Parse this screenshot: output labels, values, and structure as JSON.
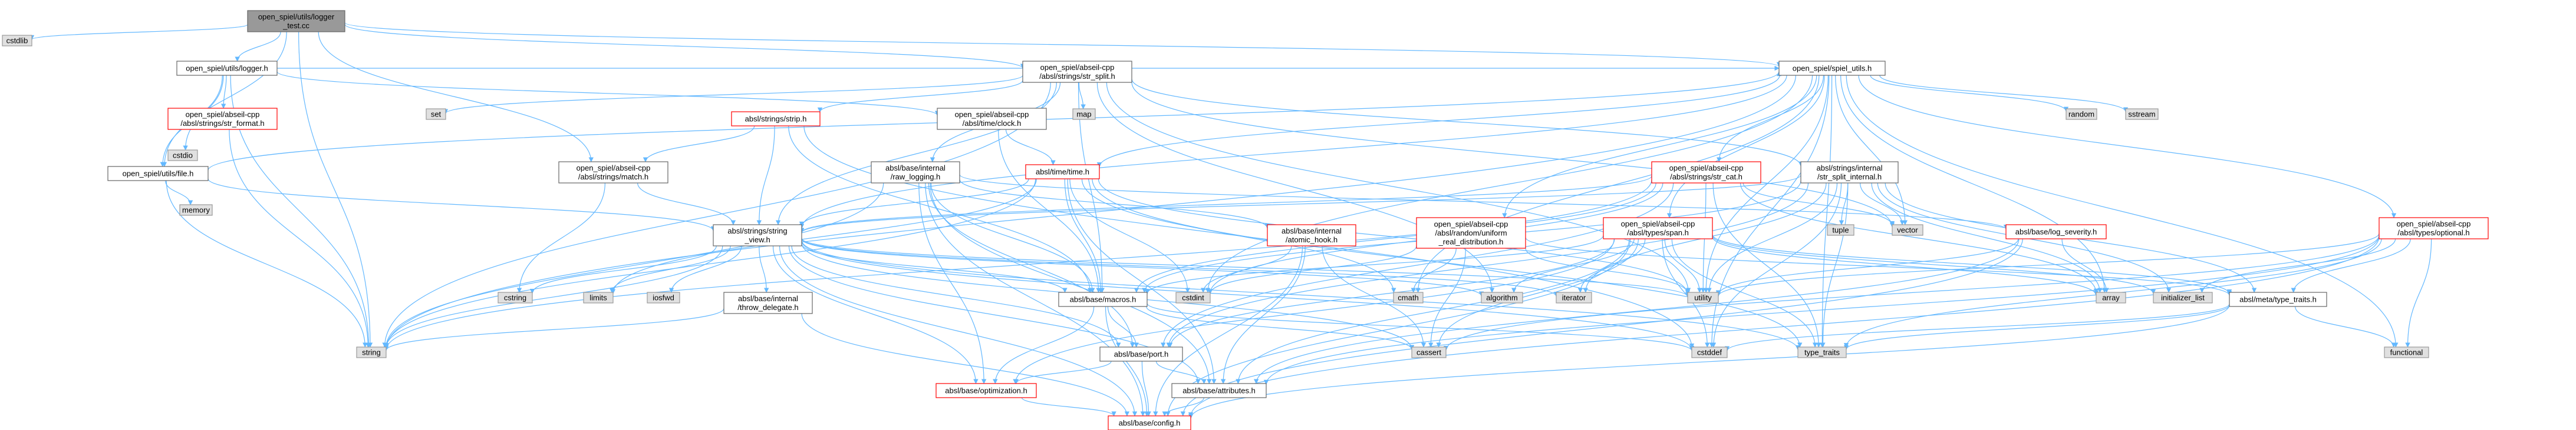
{
  "colors": {
    "edge": "#63b8ff",
    "root_fill": "#999999",
    "normal_fill": "#ffffff",
    "normal_stroke": "#666666",
    "external_fill": "#e0e0e0",
    "external_stroke": "#999999",
    "highlight_stroke": "#ff0000"
  },
  "nodes": [
    {
      "id": "root",
      "lines": [
        "open_spiel/utils/logger",
        "_test.cc"
      ],
      "kind": "root"
    },
    {
      "id": "cstdlib",
      "lines": [
        "cstdlib"
      ],
      "kind": "external"
    },
    {
      "id": "logger_h",
      "lines": [
        "open_spiel/utils/logger.h"
      ],
      "kind": "normal"
    },
    {
      "id": "str_format",
      "lines": [
        "open_spiel/abseil-cpp",
        "/absl/strings/str_format.h"
      ],
      "kind": "red"
    },
    {
      "id": "cstdio",
      "lines": [
        "cstdio"
      ],
      "kind": "external"
    },
    {
      "id": "file_h",
      "lines": [
        "open_spiel/utils/file.h"
      ],
      "kind": "normal"
    },
    {
      "id": "memory",
      "lines": [
        "memory"
      ],
      "kind": "external"
    },
    {
      "id": "str_split",
      "lines": [
        "open_spiel/abseil-cpp",
        "/absl/strings/str_split.h"
      ],
      "kind": "normal"
    },
    {
      "id": "spiel_utils",
      "lines": [
        "open_spiel/spiel_utils.h"
      ],
      "kind": "normal"
    },
    {
      "id": "set",
      "lines": [
        "set"
      ],
      "kind": "external"
    },
    {
      "id": "strip",
      "lines": [
        "absl/strings/strip.h"
      ],
      "kind": "red"
    },
    {
      "id": "clock",
      "lines": [
        "open_spiel/abseil-cpp",
        "/absl/time/clock.h"
      ],
      "kind": "normal"
    },
    {
      "id": "map",
      "lines": [
        "map"
      ],
      "kind": "external"
    },
    {
      "id": "random",
      "lines": [
        "random"
      ],
      "kind": "external"
    },
    {
      "id": "sstream",
      "lines": [
        "sstream"
      ],
      "kind": "external"
    },
    {
      "id": "match",
      "lines": [
        "open_spiel/abseil-cpp",
        "/absl/strings/match.h"
      ],
      "kind": "normal"
    },
    {
      "id": "raw_logging",
      "lines": [
        "absl/base/internal",
        "/raw_logging.h"
      ],
      "kind": "normal"
    },
    {
      "id": "time_h",
      "lines": [
        "absl/time/time.h"
      ],
      "kind": "red"
    },
    {
      "id": "str_cat",
      "lines": [
        "open_spiel/abseil-cpp",
        "/absl/strings/str_cat.h"
      ],
      "kind": "red"
    },
    {
      "id": "str_split_internal",
      "lines": [
        "absl/strings/internal",
        "/str_split_internal.h"
      ],
      "kind": "normal"
    },
    {
      "id": "optional",
      "lines": [
        "open_spiel/abseil-cpp",
        "/absl/types/optional.h"
      ],
      "kind": "red"
    },
    {
      "id": "string_view",
      "lines": [
        "absl/strings/string",
        "_view.h"
      ],
      "kind": "normal"
    },
    {
      "id": "atomic_hook",
      "lines": [
        "absl/base/internal",
        "/atomic_hook.h"
      ],
      "kind": "red"
    },
    {
      "id": "uniform_real",
      "lines": [
        "open_spiel/abseil-cpp",
        "/absl/random/uniform",
        "_real_distribution.h"
      ],
      "kind": "red"
    },
    {
      "id": "span",
      "lines": [
        "open_spiel/abseil-cpp",
        "/absl/types/span.h"
      ],
      "kind": "red"
    },
    {
      "id": "log_severity",
      "lines": [
        "absl/base/log_severity.h"
      ],
      "kind": "red"
    },
    {
      "id": "tuple",
      "lines": [
        "tuple"
      ],
      "kind": "external"
    },
    {
      "id": "vector",
      "lines": [
        "vector"
      ],
      "kind": "external"
    },
    {
      "id": "array",
      "lines": [
        "array"
      ],
      "kind": "external"
    },
    {
      "id": "initializer_list",
      "lines": [
        "initializer_list"
      ],
      "kind": "external"
    },
    {
      "id": "type_traits_meta",
      "lines": [
        "absl/meta/type_traits.h"
      ],
      "kind": "normal"
    },
    {
      "id": "functional",
      "lines": [
        "functional"
      ],
      "kind": "external"
    },
    {
      "id": "cstring",
      "lines": [
        "cstring"
      ],
      "kind": "external"
    },
    {
      "id": "limits",
      "lines": [
        "limits"
      ],
      "kind": "external"
    },
    {
      "id": "iosfwd",
      "lines": [
        "iosfwd"
      ],
      "kind": "external"
    },
    {
      "id": "throw_delegate",
      "lines": [
        "absl/base/internal",
        "/throw_delegate.h"
      ],
      "kind": "normal"
    },
    {
      "id": "macros",
      "lines": [
        "absl/base/macros.h"
      ],
      "kind": "normal"
    },
    {
      "id": "cstdint",
      "lines": [
        "cstdint"
      ],
      "kind": "external"
    },
    {
      "id": "cmath",
      "lines": [
        "cmath"
      ],
      "kind": "external"
    },
    {
      "id": "algorithm",
      "lines": [
        "algorithm"
      ],
      "kind": "external"
    },
    {
      "id": "iterator",
      "lines": [
        "iterator"
      ],
      "kind": "external"
    },
    {
      "id": "utility",
      "lines": [
        "utility"
      ],
      "kind": "external"
    },
    {
      "id": "cassert",
      "lines": [
        "cassert"
      ],
      "kind": "external"
    },
    {
      "id": "cstddef",
      "lines": [
        "cstddef"
      ],
      "kind": "external"
    },
    {
      "id": "type_traits",
      "lines": [
        "type_traits"
      ],
      "kind": "external"
    },
    {
      "id": "string",
      "lines": [
        "string"
      ],
      "kind": "external"
    },
    {
      "id": "port",
      "lines": [
        "absl/base/port.h"
      ],
      "kind": "normal"
    },
    {
      "id": "optimization",
      "lines": [
        "absl/base/optimization.h"
      ],
      "kind": "red"
    },
    {
      "id": "attributes",
      "lines": [
        "absl/base/attributes.h"
      ],
      "kind": "normal"
    },
    {
      "id": "config",
      "lines": [
        "absl/base/config.h"
      ],
      "kind": "red"
    }
  ],
  "edges": [
    [
      "root",
      "cstdlib"
    ],
    [
      "root",
      "logger_h"
    ],
    [
      "root",
      "file_h"
    ],
    [
      "root",
      "string"
    ],
    [
      "root",
      "str_split"
    ],
    [
      "root",
      "spiel_utils"
    ],
    [
      "root",
      "match"
    ],
    [
      "logger_h",
      "str_format"
    ],
    [
      "logger_h",
      "cstdio"
    ],
    [
      "logger_h",
      "file_h"
    ],
    [
      "logger_h",
      "string"
    ],
    [
      "logger_h",
      "clock"
    ],
    [
      "logger_h",
      "spiel_utils"
    ],
    [
      "str_format",
      "string"
    ],
    [
      "file_h",
      "memory"
    ],
    [
      "file_h",
      "string"
    ],
    [
      "file_h",
      "string_view"
    ],
    [
      "file_h",
      "spiel_utils"
    ],
    [
      "str_split",
      "set"
    ],
    [
      "str_split",
      "string"
    ],
    [
      "str_split",
      "map"
    ],
    [
      "str_split",
      "strip"
    ],
    [
      "str_split",
      "raw_logging"
    ],
    [
      "str_split",
      "str_split_internal"
    ],
    [
      "str_split",
      "string_view"
    ],
    [
      "str_split",
      "macros"
    ],
    [
      "str_split",
      "utility"
    ],
    [
      "str_split",
      "vector"
    ],
    [
      "str_split",
      "algorithm"
    ],
    [
      "spiel_utils",
      "random"
    ],
    [
      "spiel_utils",
      "sstream"
    ],
    [
      "spiel_utils",
      "time_h"
    ],
    [
      "spiel_utils",
      "str_cat"
    ],
    [
      "spiel_utils",
      "optional"
    ],
    [
      "spiel_utils",
      "span"
    ],
    [
      "spiel_utils",
      "uniform_real"
    ],
    [
      "spiel_utils",
      "vector"
    ],
    [
      "spiel_utils",
      "string"
    ],
    [
      "spiel_utils",
      "utility"
    ],
    [
      "spiel_utils",
      "functional"
    ],
    [
      "spiel_utils",
      "cmath"
    ],
    [
      "spiel_utils",
      "cstdint"
    ],
    [
      "spiel_utils",
      "array"
    ],
    [
      "spiel_utils",
      "type_traits"
    ],
    [
      "spiel_utils",
      "cstddef"
    ],
    [
      "spiel_utils",
      "string_view"
    ],
    [
      "strip",
      "string_view"
    ],
    [
      "strip",
      "macros"
    ],
    [
      "strip",
      "match"
    ],
    [
      "strip",
      "cstddef"
    ],
    [
      "clock",
      "time_h"
    ],
    [
      "clock",
      "macros"
    ],
    [
      "match",
      "string_view"
    ],
    [
      "match",
      "cstring"
    ],
    [
      "raw_logging",
      "string"
    ],
    [
      "raw_logging",
      "atomic_hook"
    ],
    [
      "raw_logging",
      "attributes"
    ],
    [
      "raw_logging",
      "config"
    ],
    [
      "raw_logging",
      "log_severity"
    ],
    [
      "raw_logging",
      "macros"
    ],
    [
      "raw_logging",
      "optimization"
    ],
    [
      "raw_logging",
      "port"
    ],
    [
      "time_h",
      "string_view"
    ],
    [
      "time_h",
      "macros"
    ],
    [
      "time_h",
      "cstdint"
    ],
    [
      "time_h",
      "cmath"
    ],
    [
      "time_h",
      "limits"
    ],
    [
      "time_h",
      "string"
    ],
    [
      "time_h",
      "utility"
    ],
    [
      "time_h",
      "type_traits"
    ],
    [
      "time_h",
      "attributes"
    ],
    [
      "str_cat",
      "string_view"
    ],
    [
      "str_cat",
      "port"
    ],
    [
      "str_cat",
      "cstdint"
    ],
    [
      "str_cat",
      "string"
    ],
    [
      "str_cat",
      "vector"
    ],
    [
      "str_cat",
      "array"
    ],
    [
      "str_cat",
      "type_traits"
    ],
    [
      "str_cat",
      "utility"
    ],
    [
      "str_cat",
      "macros"
    ],
    [
      "str_split_internal",
      "tuple"
    ],
    [
      "str_split_internal",
      "vector"
    ],
    [
      "str_split_internal",
      "array"
    ],
    [
      "str_split_internal",
      "utility"
    ],
    [
      "str_split_internal",
      "type_traits_meta"
    ],
    [
      "str_split_internal",
      "initializer_list"
    ],
    [
      "str_split_internal",
      "iterator"
    ],
    [
      "str_split_internal",
      "macros"
    ],
    [
      "str_split_internal",
      "port"
    ],
    [
      "str_split_internal",
      "string_view"
    ],
    [
      "str_split_internal",
      "cstddef"
    ],
    [
      "str_split_internal",
      "type_traits"
    ],
    [
      "optional",
      "functional"
    ],
    [
      "optional",
      "initializer_list"
    ],
    [
      "optional",
      "type_traits_meta"
    ],
    [
      "optional",
      "utility"
    ],
    [
      "optional",
      "type_traits"
    ],
    [
      "optional",
      "attributes"
    ],
    [
      "optional",
      "config"
    ],
    [
      "optional",
      "cassert"
    ],
    [
      "string_view",
      "string"
    ],
    [
      "string_view",
      "cstring"
    ],
    [
      "string_view",
      "limits"
    ],
    [
      "string_view",
      "iosfwd"
    ],
    [
      "string_view",
      "throw_delegate"
    ],
    [
      "string_view",
      "macros"
    ],
    [
      "string_view",
      "algorithm"
    ],
    [
      "string_view",
      "iterator"
    ],
    [
      "string_view",
      "utility"
    ],
    [
      "string_view",
      "cassert"
    ],
    [
      "string_view",
      "cstddef"
    ],
    [
      "string_view",
      "port"
    ],
    [
      "string_view",
      "optimization"
    ],
    [
      "string_view",
      "attributes"
    ],
    [
      "string_view",
      "config"
    ],
    [
      "string_view",
      "type_traits"
    ],
    [
      "atomic_hook",
      "cstdint"
    ],
    [
      "atomic_hook",
      "cassert"
    ],
    [
      "atomic_hook",
      "attributes"
    ],
    [
      "atomic_hook",
      "config"
    ],
    [
      "uniform_real",
      "cmath"
    ],
    [
      "uniform_real",
      "cstdint"
    ],
    [
      "uniform_real",
      "cassert"
    ],
    [
      "uniform_real",
      "type_traits_meta"
    ],
    [
      "uniform_real",
      "utility"
    ],
    [
      "span",
      "algorithm"
    ],
    [
      "span",
      "iterator"
    ],
    [
      "span",
      "utility"
    ],
    [
      "span",
      "array"
    ],
    [
      "span",
      "initializer_list"
    ],
    [
      "span",
      "type_traits_meta"
    ],
    [
      "span",
      "macros"
    ],
    [
      "span",
      "cassert"
    ],
    [
      "span",
      "cstddef"
    ],
    [
      "span",
      "type_traits"
    ],
    [
      "span",
      "port"
    ],
    [
      "span",
      "optimization"
    ],
    [
      "span",
      "attributes"
    ],
    [
      "span",
      "config"
    ],
    [
      "log_severity",
      "array"
    ],
    [
      "log_severity",
      "utility"
    ],
    [
      "log_severity",
      "attributes"
    ],
    [
      "log_severity",
      "config"
    ],
    [
      "type_traits_meta",
      "cstddef"
    ],
    [
      "type_traits_meta",
      "functional"
    ],
    [
      "type_traits_meta",
      "type_traits"
    ],
    [
      "type_traits_meta",
      "config"
    ],
    [
      "throw_delegate",
      "string"
    ],
    [
      "throw_delegate",
      "config"
    ],
    [
      "macros",
      "cassert"
    ],
    [
      "macros",
      "cstddef"
    ],
    [
      "macros",
      "port"
    ],
    [
      "macros",
      "optimization"
    ],
    [
      "macros",
      "config"
    ],
    [
      "port",
      "attributes"
    ],
    [
      "port",
      "optimization"
    ],
    [
      "port",
      "config"
    ],
    [
      "optimization",
      "config"
    ],
    [
      "attributes",
      "config"
    ]
  ]
}
